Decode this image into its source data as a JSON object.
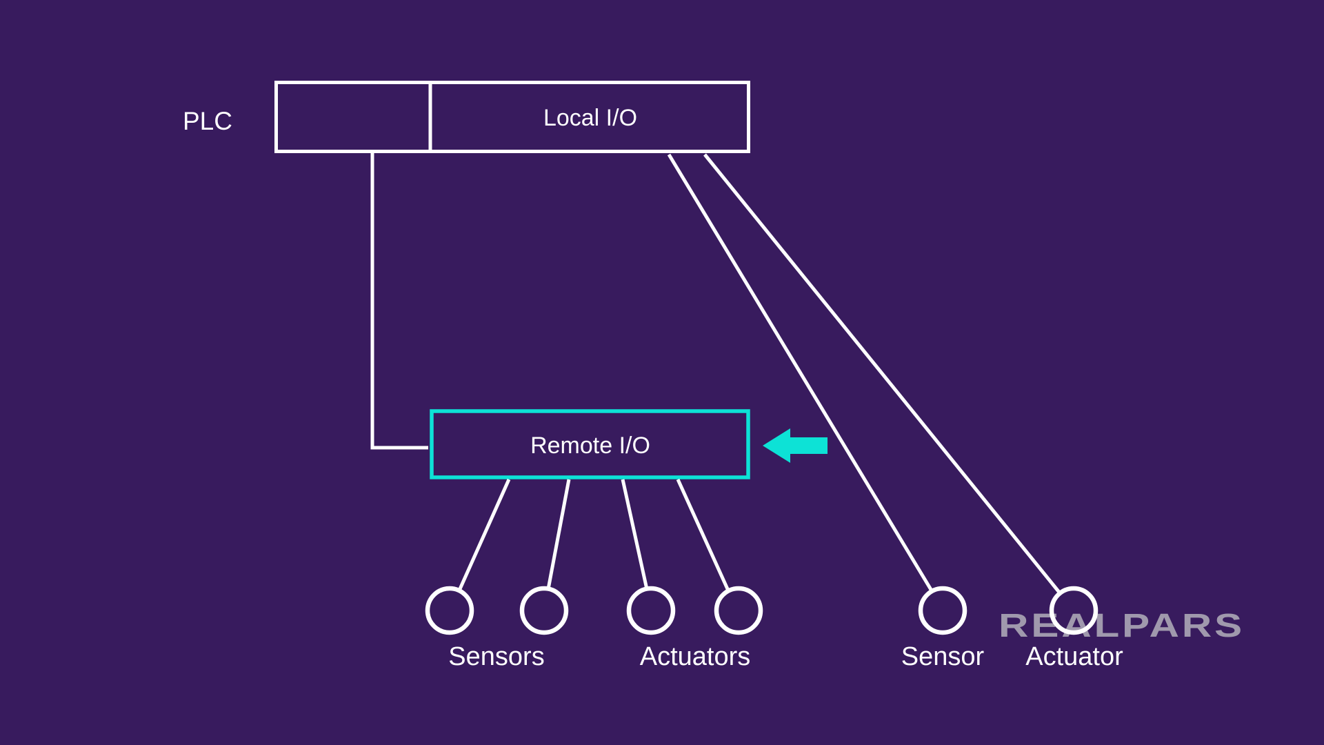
{
  "diagram": {
    "plc_label": "PLC",
    "local_io_label": "Local I/O",
    "remote_io_label": "Remote I/O",
    "sensors_label": "Sensors",
    "actuators_label": "Actuators",
    "remote_sensor_label": "Sensor",
    "remote_actuator_label": "Actuator"
  },
  "logo": {
    "text": "REALPARS"
  },
  "colors": {
    "background": "#381b5e",
    "line": "#ffffff",
    "accent": "#0de2d6",
    "logo": "#a099ad"
  }
}
